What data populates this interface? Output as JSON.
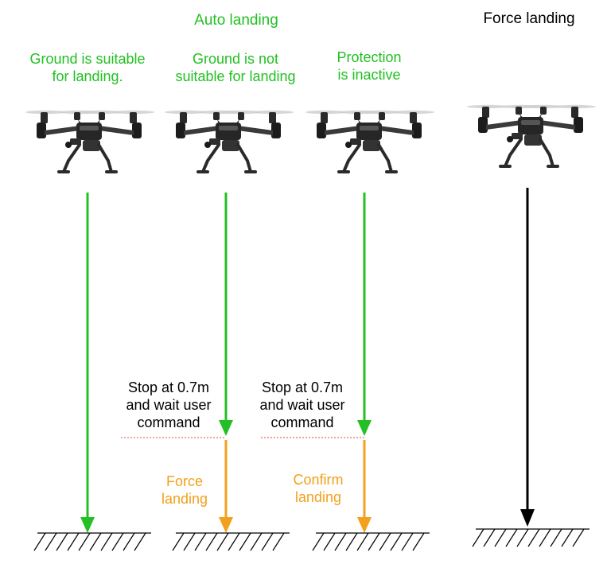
{
  "colors": {
    "green": "#22c022",
    "orange": "#f3a01c",
    "black": "#000000",
    "dotted": "#e07060"
  },
  "titles": {
    "auto_landing": "Auto landing",
    "force_landing": "Force landing"
  },
  "columns": [
    {
      "label_line1": "Ground  is  suitable",
      "label_line2": "for  landing."
    },
    {
      "label_line1": "Ground is not",
      "label_line2": "suitable for landing",
      "stop_line1": "Stop at 0.7m",
      "stop_line2": "and wait user",
      "stop_line3": "command",
      "action_line1": "Force",
      "action_line2": "landing"
    },
    {
      "label_line1": "Protection",
      "label_line2": "is  inactive",
      "stop_line1": "Stop at 0.7m",
      "stop_line2": "and wait user",
      "stop_line3": "command",
      "action_line1": "Confirm",
      "action_line2": "landing"
    },
    {}
  ],
  "icons": {
    "drone": "drone-icon",
    "ground": "ground-hatch-icon"
  }
}
